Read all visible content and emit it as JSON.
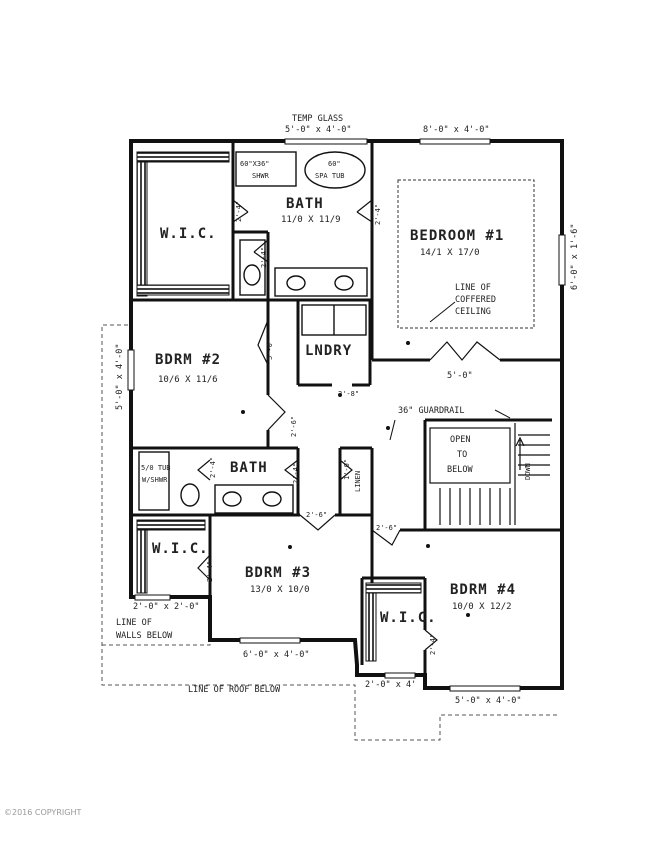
{
  "rooms": {
    "bath_master": {
      "name": "BATH",
      "dims": "11/0 X 11/9"
    },
    "bedroom1": {
      "name": "BEDROOM #1",
      "dims": "14/1 X 17/0"
    },
    "wic_master": {
      "name": "W.I.C."
    },
    "bdrm2": {
      "name": "BDRM #2",
      "dims": "10/6 X 11/6"
    },
    "laundry": {
      "name": "LNDRY"
    },
    "bath2": {
      "name": "BATH"
    },
    "wic2": {
      "name": "W.I.C."
    },
    "bdrm3": {
      "name": "BDRM #3",
      "dims": "13/0 X 10/0"
    },
    "bdrm4": {
      "name": "BDRM #4",
      "dims": "10/0 X 12/2"
    },
    "wic4": {
      "name": "W.I.C."
    },
    "linen": {
      "name": "LINEN"
    },
    "open": {
      "line1": "OPEN",
      "line2": "TO",
      "line3": "BELOW"
    },
    "down": {
      "name": "DOWN"
    }
  },
  "fixtures": {
    "shower": {
      "line1": "60\"X36\"",
      "line2": "SHWR"
    },
    "spa_tub": {
      "line1": "60\"",
      "line2": "SPA TUB"
    },
    "tub_shower": {
      "line1": "5/0 TUB",
      "line2": "W/SHWR"
    }
  },
  "notes": {
    "temp_glass": "TEMP GLASS",
    "win_top_left": "5'-0\" x 4'-0\"",
    "win_top_right": "8'-0\" x 4'-0\"",
    "win_right": "6'-0\" x 1'-6\"",
    "win_left": "5'-0\" x 4'-0\"",
    "coffered1": "LINE OF",
    "coffered2": "COFFERED",
    "coffered3": "CEILING",
    "guardrail": "36\" GUARDRAIL",
    "opening_5": "5'-0\"",
    "door_28": "2'-8\"",
    "door_26a": "2'-6\"",
    "door_26b": "2'-6\"",
    "door_24a": "2'-4\"",
    "door_24b": "2'-4\"",
    "door_24c": "2'-4\"",
    "door_24d": "2'-4\"",
    "door_24e": "2'-4\"",
    "door_24f": "2'-4\"",
    "door_26c": "2'-6\"",
    "door_24g": "2'-4\"",
    "door_24h": "2'-4\"",
    "door_24i": "2'-4\"",
    "door_50": "5'-0\"",
    "linen_10": "1'-0\"",
    "win_2x2": "2'-0\" x 2'-0\"",
    "walls_below1": "LINE OF",
    "walls_below2": "WALLS BELOW",
    "win_bottom_left": "6'-0\" x 4'-0\"",
    "win_bottom_mid": "2'-0\" x 4'",
    "win_bottom_right": "5'-0\" x 4'-0\"",
    "roof_below": "LINE OF ROOF BELOW"
  },
  "copyright": "©2016 COPYRIGHT"
}
